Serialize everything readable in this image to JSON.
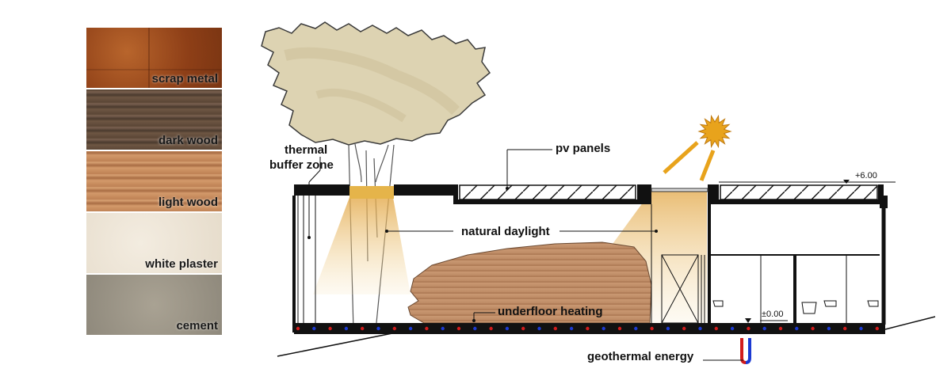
{
  "materials": [
    {
      "label": "scrap metal"
    },
    {
      "label": "dark wood"
    },
    {
      "label": "light wood"
    },
    {
      "label": "white plaster"
    },
    {
      "label": "cement"
    }
  ],
  "labels": {
    "thermal_1": "thermal",
    "thermal_2": "buffer zone",
    "pv_panels": "pv panels",
    "natural_daylight": "natural daylight",
    "underfloor_heating": "underfloor heating",
    "geothermal_energy": "geothermal energy",
    "level_top": "+6.00",
    "level_floor": "±0.00"
  },
  "colors": {
    "light_beam": "#e8b454",
    "sun": "#e8a31c",
    "heat_red": "#d21c1c",
    "heat_blue": "#1c3ad2",
    "structure": "#111111"
  }
}
